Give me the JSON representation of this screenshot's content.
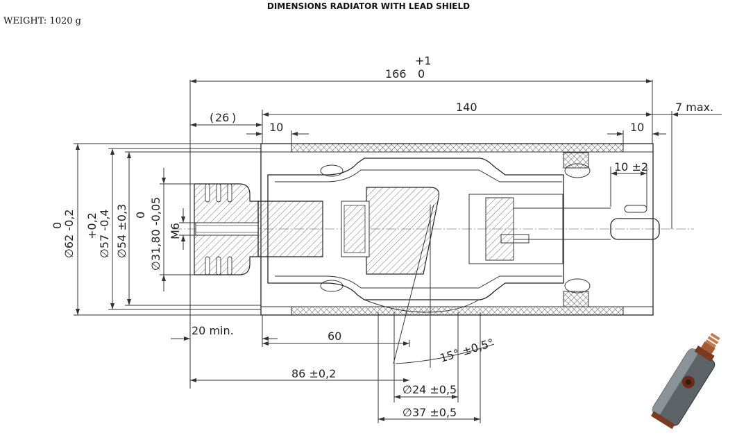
{
  "header": {
    "title": "DIMENSIONS RADIATOR WITH LEAD SHIELD",
    "weight": "WEIGHT: 1020 g"
  },
  "dims": {
    "total_tol_plus": "+1",
    "total_len": "166",
    "total_tol_zero": "0",
    "len_140": "140",
    "max_7": "7 max.",
    "ref_26": "26",
    "left_10": "10",
    "right_10": "10",
    "pin_10": "10 ±2",
    "min_20": "20 min.",
    "len_60": "60",
    "len_86": "86 ±0,2",
    "angle": "15° ±0,5°",
    "dia_24": "∅24 ±0,5",
    "dia_37": "∅37 ±0,5",
    "d62_a": "0",
    "d62_b": "∅62 -0,2",
    "d57_a": "+0,2",
    "d57_b": "∅57 -0,4",
    "d54": "∅54 ±0,3",
    "d31_a": "0",
    "d31_b": "∅31,80 -0,05",
    "m6": "M6"
  }
}
